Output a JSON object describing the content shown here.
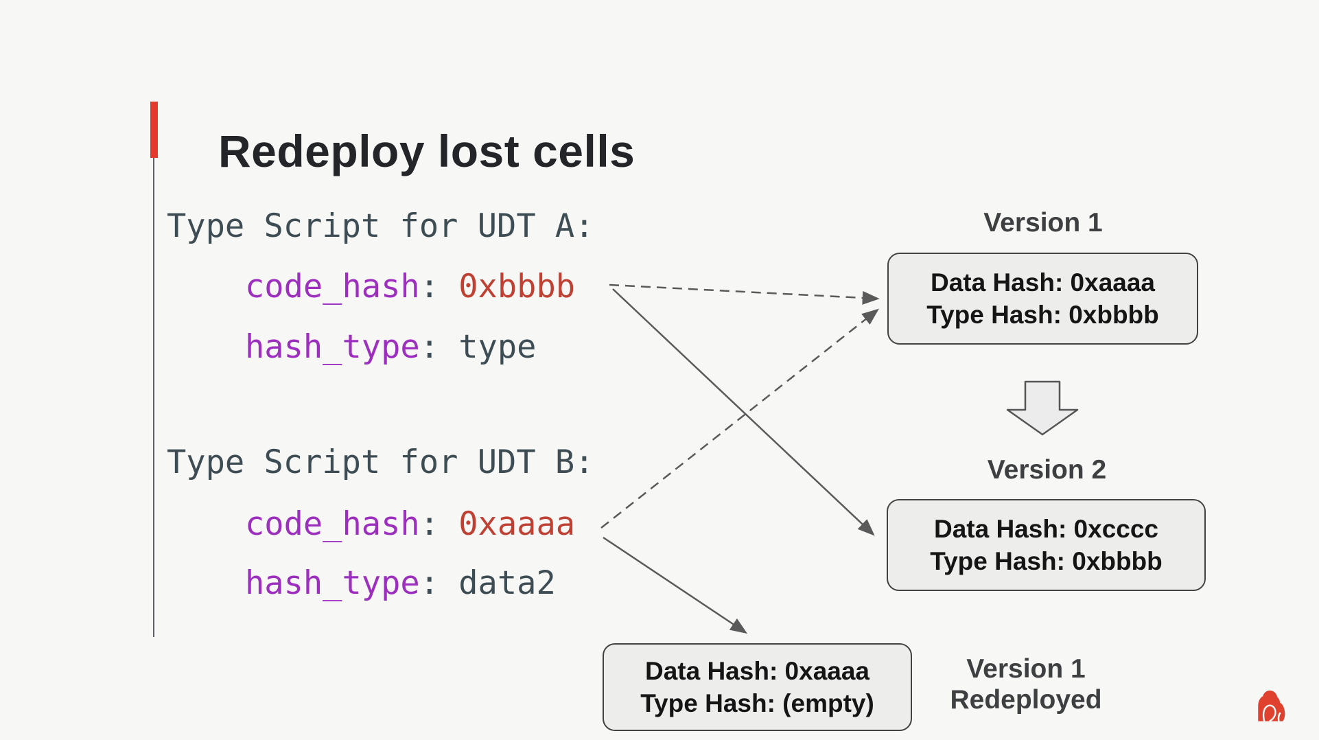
{
  "title": {
    "text": "Redeploy lost cells",
    "accent_color": "#e23b2e"
  },
  "syntax": {
    "colon": ":",
    "space": " "
  },
  "code": {
    "colors": {
      "plain": "#3e4c54",
      "key": "#9d2fbe",
      "hex_value": "#bf4134"
    },
    "blocks": [
      {
        "header": "Type Script for UDT A:",
        "lines": [
          {
            "key": "code_hash",
            "value": "0xbbbb"
          },
          {
            "key": "hash_type",
            "value": "type"
          }
        ]
      },
      {
        "header": "Type Script for UDT B:",
        "lines": [
          {
            "key": "code_hash",
            "value": "0xaaaa"
          },
          {
            "key": "hash_type",
            "value": "data2"
          }
        ]
      }
    ]
  },
  "diagram": {
    "box_fill": "#ededec",
    "box_border": "#424242",
    "arrow_color": "#5a5a5a",
    "version1": {
      "label": "Version 1",
      "lines": [
        "Data Hash: 0xaaaa",
        "Type Hash: 0xbbbb"
      ]
    },
    "version2": {
      "label": "Version 2",
      "lines": [
        "Data Hash: 0xcccc",
        "Type Hash: 0xbbbb"
      ]
    },
    "redeployed": {
      "label_lines": [
        "Version 1",
        "Redeployed"
      ],
      "lines": [
        "Data Hash: 0xaaaa",
        "Type Hash: (empty)"
      ]
    }
  },
  "logo": {
    "name": "red-gorilla-logo",
    "color": "#e0402e"
  }
}
